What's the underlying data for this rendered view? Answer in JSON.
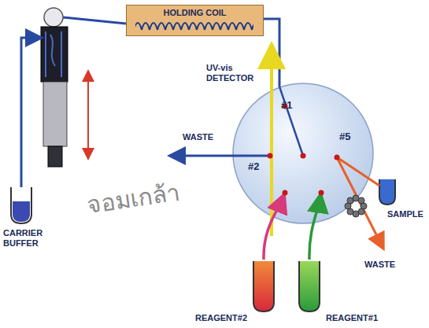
{
  "diagram": {
    "nodes": [
      {
        "text": [
          "HOLDING COIL"
        ]
      },
      {
        "text": [
          "#1",
          "#2",
          "#5"
        ]
      }
    ],
    "edges": [
      {
        "from": 0,
        "to": 1,
        "arrow": "none"
      }
    ],
    "labels": [
      "UV-vis DETECTOR",
      "WASTE",
      "SAMPLE",
      "WASTE",
      "CARRIER BUFFER",
      "REAGENT#2",
      "REAGENT#1",
      "จอมเกล้า"
    ]
  }
}
